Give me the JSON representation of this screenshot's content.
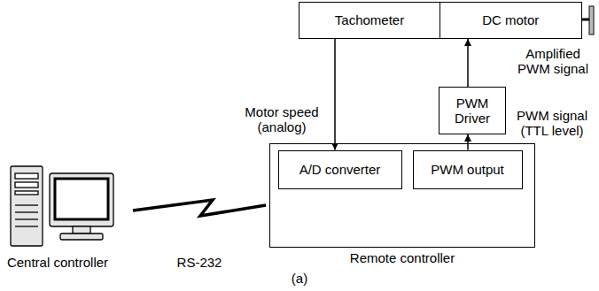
{
  "diagram": {
    "nodes": [
      {
        "text": [
          "Tachometer"
        ]
      },
      {
        "text": [
          "DC motor"
        ]
      },
      {
        "text": [
          "PWM Driver"
        ]
      },
      {
        "text": [
          "Remote controller"
        ]
      },
      {
        "text": [
          "A/D converter"
        ],
        "in": 3
      },
      {
        "text": [
          "PWM output"
        ],
        "in": 3
      }
    ],
    "edges": [
      {
        "from": 0,
        "to": 4,
        "arrow": "to"
      },
      {
        "from": 5,
        "to": 2,
        "arrow": "to"
      },
      {
        "from": 2,
        "to": 1,
        "arrow": "to"
      }
    ],
    "labels": [
      "Motor speed (analog)",
      "Amplified PWM signal",
      "PWM signal (TTL level)",
      "Central controller",
      "RS-232",
      "(a)"
    ]
  }
}
